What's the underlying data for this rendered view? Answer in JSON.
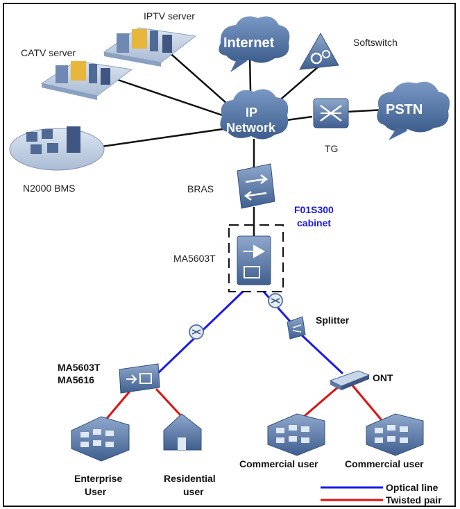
{
  "nodes": {
    "iptv_server": {
      "label": "IPTV server"
    },
    "catv_server": {
      "label": "CATV server"
    },
    "internet": {
      "label": "Internet"
    },
    "softswitch": {
      "label": "Softswitch"
    },
    "ip_network": {
      "line1": "IP",
      "line2": "Network"
    },
    "pstn": {
      "label": "PSTN"
    },
    "tg": {
      "label": "TG"
    },
    "n2000_bms": {
      "label": "N2000 BMS"
    },
    "bras": {
      "label": "BRAS"
    },
    "cabinet": {
      "line1": "F01S300",
      "line2": "cabinet"
    },
    "ma5603t_top": {
      "label": "MA5603T"
    },
    "splitter": {
      "label": "Splitter"
    },
    "ma5603t_left": {
      "line1": "MA5603T",
      "line2": "MA5616"
    },
    "ont": {
      "label": "ONT"
    },
    "enterprise_user": {
      "line1": "Enterprise",
      "line2": "User"
    },
    "residential_user": {
      "line1": "Residential",
      "line2": "user"
    },
    "commercial_user_1": {
      "label": "Commercial user"
    },
    "commercial_user_2": {
      "label": "Commercial user"
    }
  },
  "legend": {
    "optical": {
      "label": "Optical line",
      "color": "#1a1aee"
    },
    "twisted": {
      "label": "Twisted pair",
      "color": "#e01010"
    }
  },
  "colors": {
    "device": "#5b7aa8",
    "cloud": "#4d6f9e",
    "link": "#111111",
    "cabinet_label": "#1a1add"
  }
}
